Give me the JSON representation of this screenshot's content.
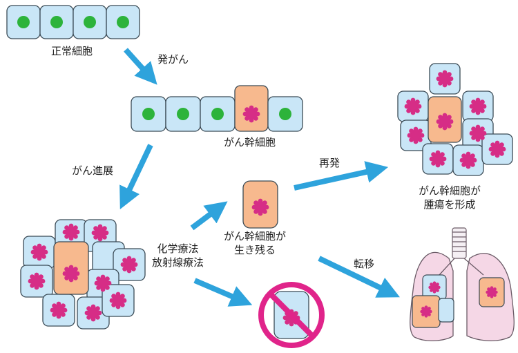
{
  "labels": {
    "normal_cells": "正常細胞",
    "carcinogenesis": "発がん",
    "cancer_stem_cell": "がん幹細胞",
    "progression": "がん進展",
    "recurrence": "再発",
    "survive_line1": "がん幹細胞が",
    "survive_line2": "生き残る",
    "treatment_line1": "化学療法",
    "treatment_line2": "放射線療法",
    "tumor_line1": "がん幹細胞が",
    "tumor_line2": "腫瘍を形成",
    "metastasis": "転移"
  },
  "colors": {
    "cell_fill": "#c9e6f7",
    "cell_stroke": "#3a4a55",
    "nucleus_green": "#2db33b",
    "stem_fill": "#f7b98e",
    "cancer_nucleus": "#d62d86",
    "arrow": "#2ea3dc",
    "prohibit": "#e0248a",
    "lung_fill": "#f5d7e6",
    "lung_stroke": "#6a5a66"
  },
  "icons": {
    "arrow": "arrow-icon",
    "prohibit": "prohibition-icon",
    "lungs": "lungs-icon"
  }
}
